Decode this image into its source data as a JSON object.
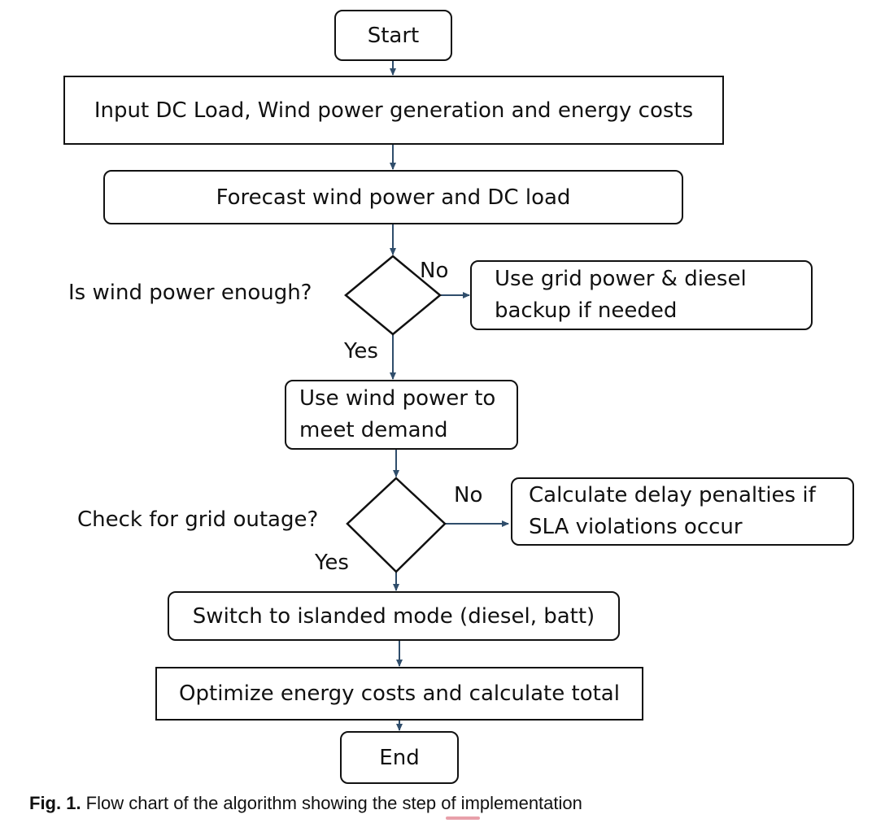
{
  "nodes": {
    "start": "Start",
    "input": "Input DC Load, Wind power generation and energy costs",
    "forecast": "Forecast wind power and DC load",
    "decision_wind": "Is wind power enough?",
    "grid_backup": [
      "Use grid power & diesel",
      "backup if needed"
    ],
    "use_wind": [
      "Use wind power to",
      "meet demand"
    ],
    "decision_outage": "Check for grid outage?",
    "delay_penalty": [
      "Calculate delay penalties if",
      "SLA violations occur"
    ],
    "islanded": "Switch to islanded mode (diesel, batt)",
    "optimize": "Optimize energy costs and calculate total",
    "end": "End"
  },
  "edge_labels": {
    "wind_no": "No",
    "wind_yes": "Yes",
    "outage_no": "No",
    "outage_yes": "Yes"
  },
  "caption": {
    "label": "Fig. 1.",
    "text": " Flow chart of the algorithm showing the step of implementation"
  },
  "colors": {
    "arrow": "#2f4d6b",
    "box_border": "#111111",
    "spellcheck_underline": "#e8a0aa"
  }
}
